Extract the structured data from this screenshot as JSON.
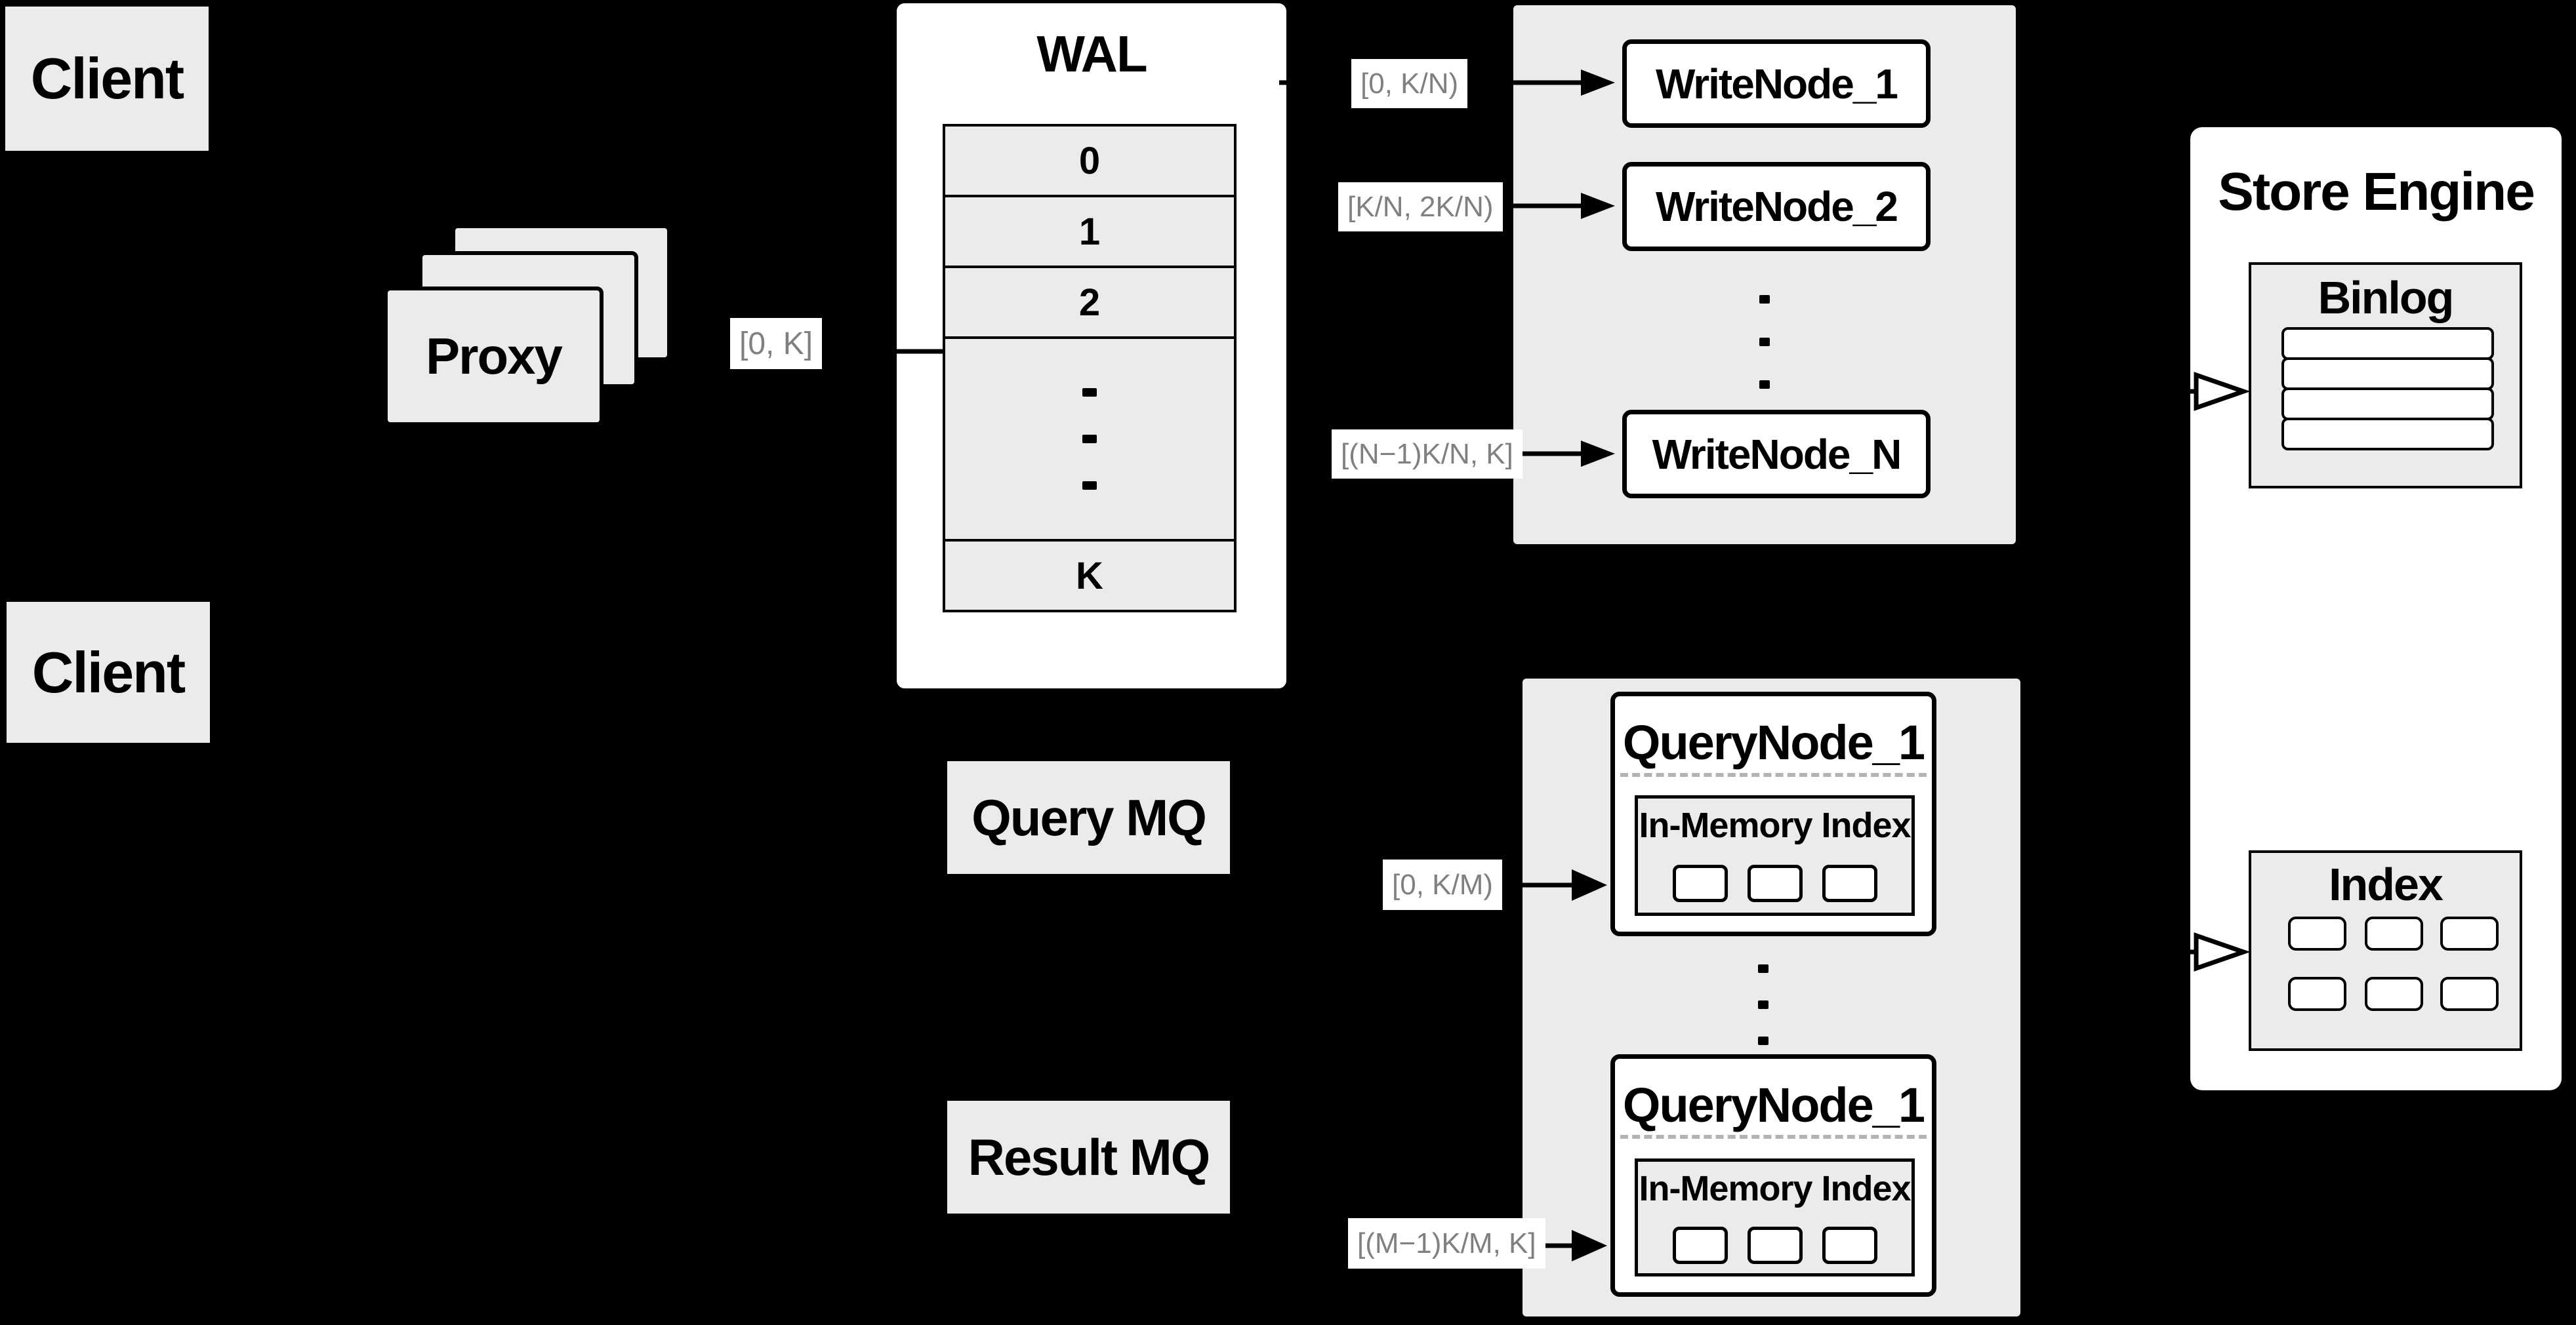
{
  "colors": {
    "background": "#000000",
    "surface_gray": "#ebebeb",
    "node_white": "#ffffff",
    "line_black": "#000000",
    "range_text_gray": "#808080",
    "divider_dash_gray": "#b3b3b3"
  },
  "clients": {
    "top": "Client",
    "bottom": "Client"
  },
  "proxy": {
    "label": "Proxy",
    "range_out": "[0, K]"
  },
  "wal": {
    "title": "WAL",
    "rows": [
      "0",
      "1",
      "2"
    ],
    "last_row": "K"
  },
  "write_group": {
    "nodes": [
      {
        "label": "WriteNode_1",
        "range": "[0, K/N)"
      },
      {
        "label": "WriteNode_2",
        "range": "[K/N, 2K/N)"
      },
      {
        "label": "WriteNode_N",
        "range": "[(N−1)K/N, K]"
      }
    ]
  },
  "store_engine": {
    "title": "Store Engine",
    "binlog_title": "Binlog",
    "index_title": "Index"
  },
  "mq": {
    "query": "Query MQ",
    "result": "Result MQ"
  },
  "query_group": {
    "nodes": [
      {
        "label": "QueryNode_1",
        "inner_title": "In-Memory Index",
        "range": "[0, K/M)"
      },
      {
        "label": "QueryNode_1",
        "inner_title": "In-Memory Index",
        "range": "[(M−1)K/M, K]"
      }
    ]
  }
}
